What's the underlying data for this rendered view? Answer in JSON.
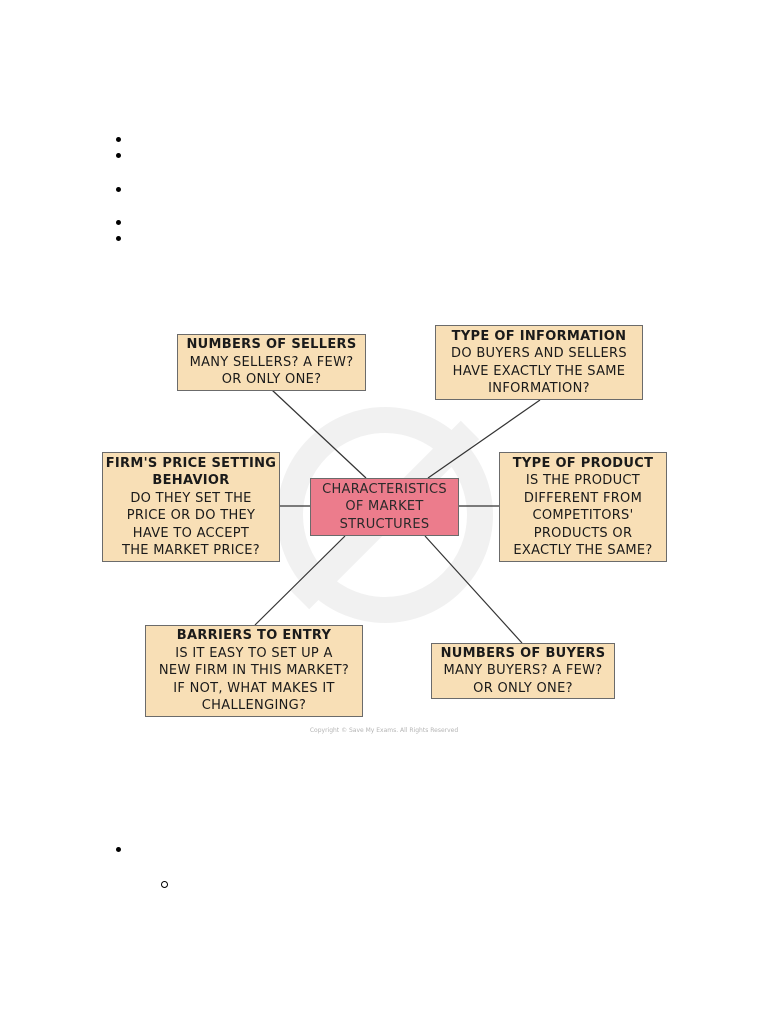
{
  "colors": {
    "node_fill": "#f8dfb6",
    "center_fill": "#ec7c8c",
    "connector": "#333333",
    "watermark": "#f1f1f1"
  },
  "diagram": {
    "center": {
      "text": "CHARACTERISTICS\nOF MARKET\nSTRUCTURES"
    },
    "nodes": {
      "sellers": {
        "title": "NUMBERS OF SELLERS",
        "body": "MANY SELLERS? A FEW?\nOR ONLY ONE?"
      },
      "information": {
        "title": "TYPE OF INFORMATION",
        "body": "DO BUYERS AND SELLERS\nHAVE EXACTLY THE SAME\nINFORMATION?"
      },
      "price": {
        "title": "FIRM'S PRICE SETTING\nBEHAVIOR",
        "body": "DO THEY SET THE\nPRICE OR DO THEY\nHAVE TO ACCEPT\nTHE MARKET PRICE?"
      },
      "product": {
        "title": "TYPE OF PRODUCT",
        "body": "IS THE PRODUCT\nDIFFERENT FROM\nCOMPETITORS'\nPRODUCTS OR\nEXACTLY THE SAME?"
      },
      "barriers": {
        "title": "BARRIERS TO ENTRY",
        "body": "IS IT EASY TO SET UP A\nNEW FIRM IN THIS MARKET?\nIF NOT, WHAT MAKES IT\nCHALLENGING?"
      },
      "buyers": {
        "title": "NUMBERS OF BUYERS",
        "body": "MANY BUYERS? A FEW?\nOR ONLY ONE?"
      }
    },
    "copyright": "Copyright © Save My Exams. All Rights Reserved"
  }
}
